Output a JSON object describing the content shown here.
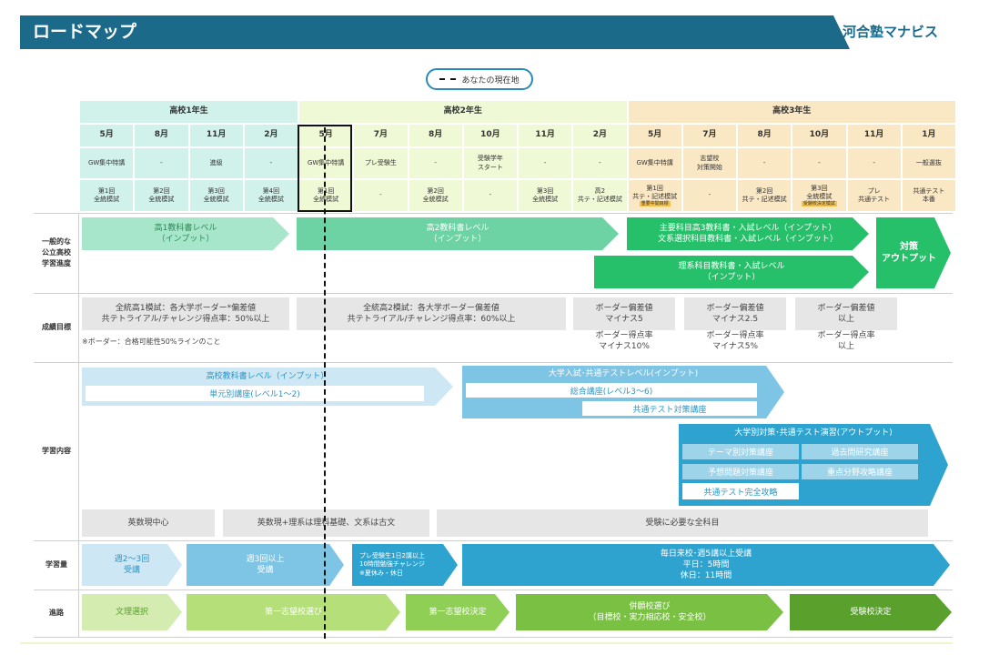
{
  "header": {
    "title": "ロードマップ",
    "logo": "河合塾マナビス"
  },
  "legend": {
    "label": "あなたの現在地"
  },
  "timeline": {
    "years": [
      "高校1年生",
      "高校2年生",
      "高校3年生"
    ],
    "months": [
      "5月",
      "8月",
      "11月",
      "2月",
      "5月",
      "7月",
      "8月",
      "10月",
      "11月",
      "2月",
      "5月",
      "7月",
      "8月",
      "10月",
      "11月",
      "1月"
    ],
    "events": [
      "GW集中特講",
      "-",
      "進級",
      "-",
      "GW集中特講",
      "プレ受験生",
      "-",
      "受験学年\nスタート",
      "-",
      "-",
      "GW集中特講",
      "志望校\n対策開始",
      "-",
      "-",
      "-",
      "一般選抜"
    ],
    "exams": [
      "第1回\n全統模試",
      "第2回\n全統模試",
      "第3回\n全統模試",
      "第4回\n全統模試",
      "第1回\n全統模試",
      "-",
      "第2回\n全統模試",
      "-",
      "第3回\n全統模試",
      "高2\n共テ・記述模試",
      "第1回\n共テ・記述模試",
      "-",
      "第2回\n共テ・記述模試",
      "第3回\n全統模試",
      "プレ\n共通テスト",
      "共通テスト\n本番"
    ],
    "exam_badges": [
      "重要中間目標",
      "受験校決定模試"
    ]
  },
  "rows": {
    "progress": "一般的な\n公立高校\n学習進度",
    "goals": "成績目標",
    "content": "学習内容",
    "amount": "学習量",
    "path": "進路"
  },
  "progress": {
    "a1": "高1教科書レベル\n（インプット）",
    "a2": "高2教科書レベル\n（インプット）",
    "a3": "主要科目高3教科書・入試レベル（インプット）\n文系選択科目教科書・入試レベル（インプット）",
    "a4": "理系科目教科書・入試レベル\n（インプット）",
    "a5": "対策\nアウトプット"
  },
  "goals": {
    "g1": "全統高1模試：各大学ボーダー*偏差値\n共テトライアル/チャレンジ得点率：50%以上",
    "g2": "全統高2模試：各大学ボーダー偏差値\n共テトライアル/チャレンジ得点率：60%以上",
    "g3": "ボーダー偏差値\nマイナス5",
    "g4": "ボーダー偏差値\nマイナス2.5",
    "g5": "ボーダー偏差値\n以上",
    "g6": "ボーダー得点率\nマイナス10%",
    "g7": "ボーダー得点率\nマイナス5%",
    "g8": "ボーダー得点率\n以上",
    "note": "※ボーダー：合格可能性50%ラインのこと"
  },
  "content": {
    "c1": "高校教科書レベル（インプット）",
    "c1b": "単元別講座(レベル1〜2)",
    "c2": "大学入試･共通テストレベル(インプット)",
    "c2b": "総合講座(レベル3〜6)",
    "c2c": "共通テスト対策講座",
    "c3": "大学別対策･共通テスト演習(アウトプット)",
    "c3a": "テーマ別対策講座",
    "c3b": "過去問研究講座",
    "c3c": "予想問題対策講座",
    "c3d": "重点分野攻略講座",
    "c3e": "共通テスト完全攻略",
    "s1": "英数現中心",
    "s2": "英数現+理系は理科基礎、文系は古文",
    "s3": "受験に必要な全科目"
  },
  "amount": {
    "m1": "週2〜3回\n受講",
    "m2": "週3回以上\n受講",
    "m3": "プレ受験生1日2講以上\n10時間勉強チャレンジ\n※夏休み・休日",
    "m4": "毎日来校･週5講以上受講\n平日：5時間\n休日：11時間"
  },
  "path": {
    "p1": "文理選択",
    "p2": "第一志望校選び",
    "p3": "第一志望校決定",
    "p4": "併願校選び\n（目標校・実力相応校・安全校）",
    "p5": "受験校決定"
  },
  "colors": {
    "header": "#1c6a8a",
    "year1": "#d0f2ea",
    "year2": "#f0f9d6",
    "year3": "#fae7c4",
    "progress_light": "#a8e6cc",
    "progress_mid": "#6dd3a4",
    "progress_dark": "#27c06a",
    "content_light": "#cde8f4",
    "content_mid": "#7ec4e4",
    "content_dark": "#2ea3d0",
    "path_light": "#b5df79",
    "path_mid": "#7ac043",
    "path_dark": "#5aa02c"
  }
}
